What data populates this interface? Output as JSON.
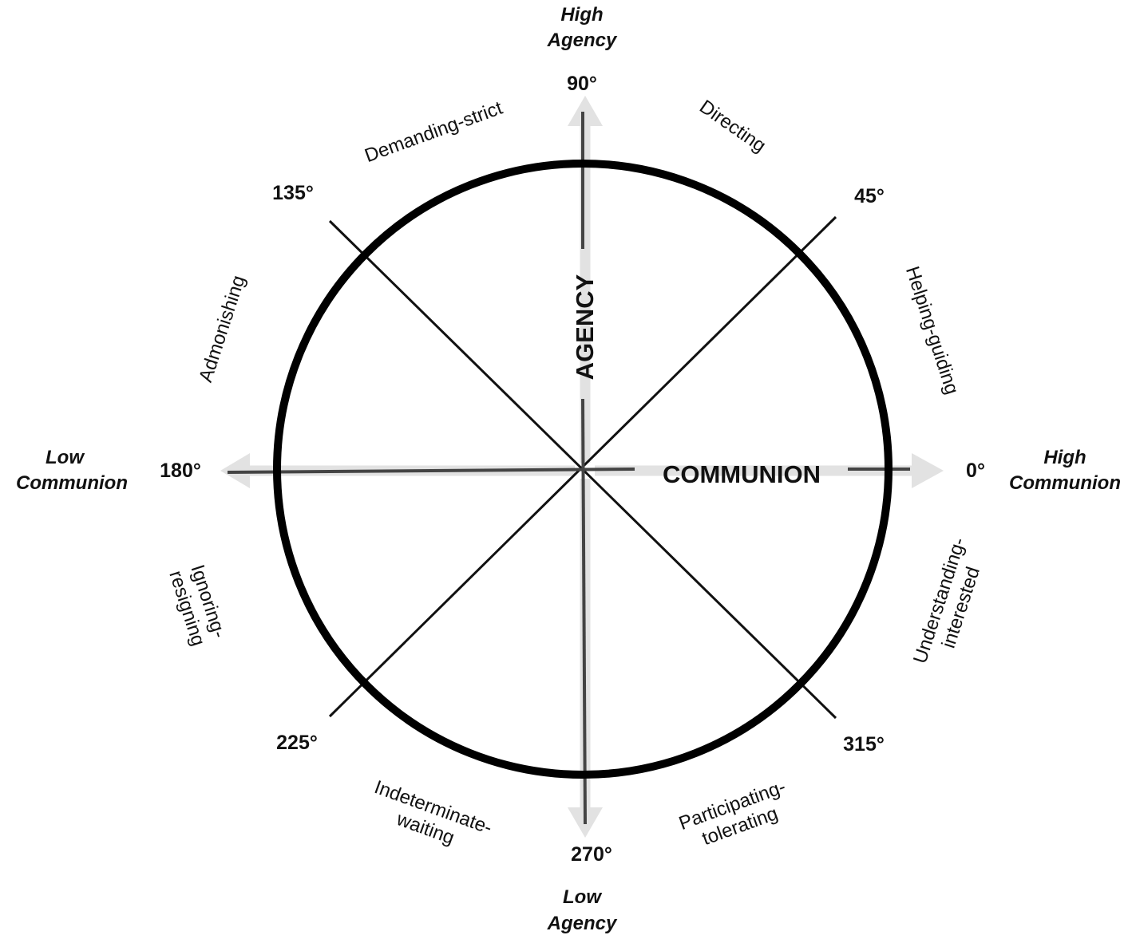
{
  "axes": {
    "vertical_title": "AGENCY",
    "horizontal_title": "COMMUNION"
  },
  "poles": {
    "high_agency": [
      "High",
      "Agency"
    ],
    "low_agency": [
      "Low",
      "Agency"
    ],
    "high_communion": [
      "High",
      "Communion"
    ],
    "low_communion": [
      "Low",
      "Communion"
    ]
  },
  "angles": {
    "a0": "0°",
    "a45": "45°",
    "a90": "90°",
    "a135": "135°",
    "a180": "180°",
    "a225": "225°",
    "a270": "270°",
    "a315": "315°"
  },
  "octants": {
    "directing": [
      "Directing"
    ],
    "helping_guiding": [
      "Helping-guiding"
    ],
    "understanding_interested": [
      "Understanding-",
      "interested"
    ],
    "participating_tolerating": [
      "Participating-",
      "tolerating"
    ],
    "indeterminate_waiting": [
      "Indeterminate-",
      "waiting"
    ],
    "ignoring_resigning": [
      "Ignoring-",
      "resigning"
    ],
    "admonishing": [
      "Admonishing"
    ],
    "demanding_strict": [
      "Demanding-strict"
    ]
  },
  "colors": {
    "circle": "#000000",
    "diagonals": "#111111",
    "axis_lines": "#444444",
    "arrows": "#e2e2e2"
  }
}
